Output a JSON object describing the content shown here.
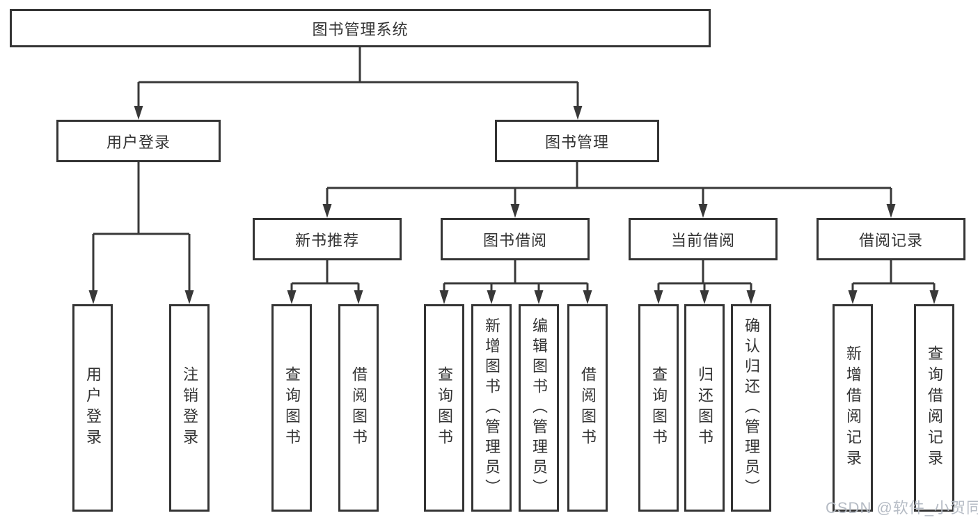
{
  "diagram_title": "图书管理系统",
  "tree": {
    "root": {
      "label": "图书管理系统",
      "children": [
        {
          "label": "用户登录",
          "children": [
            {
              "label": "用户登录"
            },
            {
              "label": "注销登录"
            }
          ]
        },
        {
          "label": "图书管理",
          "children": [
            {
              "label": "新书推荐",
              "children": [
                {
                  "label": "查询图书"
                },
                {
                  "label": "借阅图书"
                }
              ]
            },
            {
              "label": "图书借阅",
              "children": [
                {
                  "label": "查询图书"
                },
                {
                  "label": "新增图书（管理员）"
                },
                {
                  "label": "编辑图书（管理员）"
                },
                {
                  "label": "借阅图书"
                }
              ]
            },
            {
              "label": "当前借阅",
              "children": [
                {
                  "label": "查询图书"
                },
                {
                  "label": "归还图书"
                },
                {
                  "label": "确认归还（管理员）"
                }
              ]
            },
            {
              "label": "借阅记录",
              "children": [
                {
                  "label": "新增借阅记录"
                },
                {
                  "label": "查询借阅记录"
                }
              ]
            }
          ]
        }
      ]
    }
  },
  "watermark": {
    "text": "CSDN @软件_小贺同学"
  },
  "colors": {
    "line": "#383838",
    "box_border": "#343434",
    "text": "#333333",
    "watermark": "#b2b8c2",
    "background": "#ffffff"
  }
}
